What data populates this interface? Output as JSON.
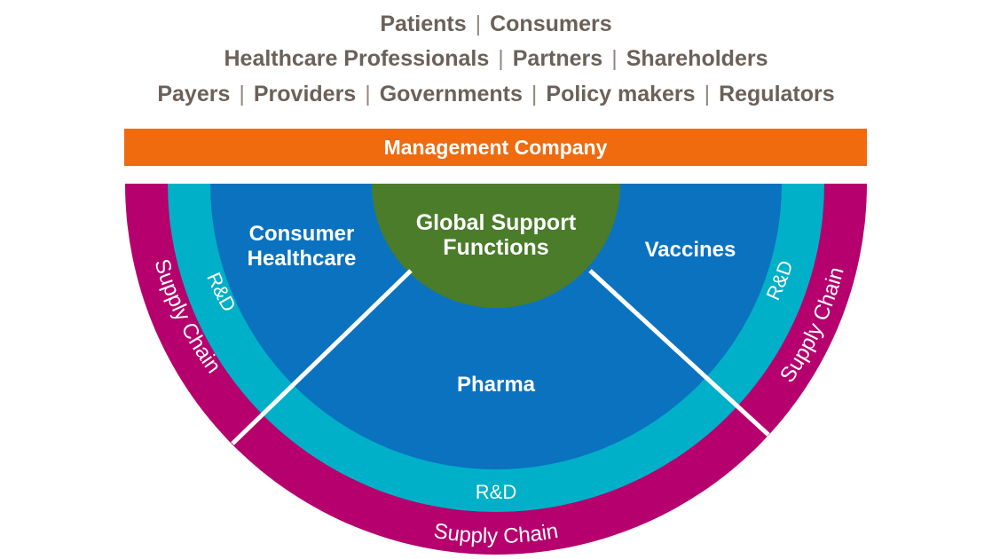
{
  "stakeholders": {
    "row1": [
      "Patients",
      "Consumers"
    ],
    "row2": [
      "Healthcare Professionals",
      "Partners",
      "Shareholders"
    ],
    "row3": [
      "Payers",
      "Providers",
      "Governments",
      "Policy makers",
      "Regulators"
    ]
  },
  "management": {
    "label": "Management Company"
  },
  "center": {
    "line1": "Global Support",
    "line2": "Functions"
  },
  "segments": {
    "consumer_line1": "Consumer",
    "consumer_line2": "Healthcare",
    "vaccines": "Vaccines",
    "pharma": "Pharma"
  },
  "rings": {
    "rd": "R&D",
    "supply_chain": "Supply Chain"
  },
  "colors": {
    "magenta": "#b5006d",
    "teal": "#00b0c8",
    "blue": "#0b72bf",
    "green": "#4a7c2a",
    "orange": "#f06a0e",
    "text_gray": "#6b6159"
  }
}
